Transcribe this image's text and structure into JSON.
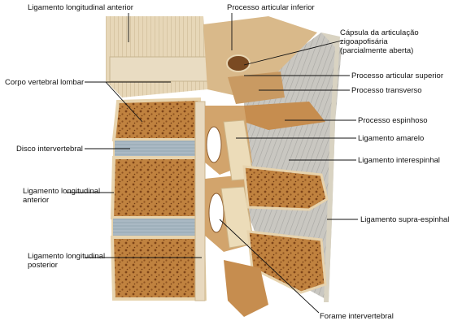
{
  "colors": {
    "background": "#ffffff",
    "ligament_pale": "#e8d9bf",
    "bone_cortex": "#c9975e",
    "bone_spongy": "#b5722f",
    "bone_dark": "#8a4f1f",
    "disc": "#a9b8c3",
    "interspinous_ligament": "#c8c6c0",
    "text": "#111111"
  },
  "labels": {
    "lig_long_ant_top": "Ligamento longitudinal anterior",
    "proc_art_inf": "Processo articular inferior",
    "capsula": [
      "Cápsula da articulação",
      "zigoapofisária",
      "(parcialmente aberta)"
    ],
    "corpo_vertebral": "Corpo vertebral lombar",
    "proc_art_sup": "Processo articular superior",
    "proc_transverso": "Processo transverso",
    "proc_espinhoso": "Processo espinhoso",
    "disco": "Disco intervertebral",
    "lig_amarelo": "Ligamento amarelo",
    "lig_interespinhal": "Ligamento interespinhal",
    "lig_long_ant_side": [
      "Ligamento longitudinal",
      "anterior"
    ],
    "lig_supra": "Ligamento supra-espinhal",
    "lig_long_post": [
      "Ligamento longitudinal",
      "posterior"
    ],
    "forame": "Forame intervertebral"
  }
}
